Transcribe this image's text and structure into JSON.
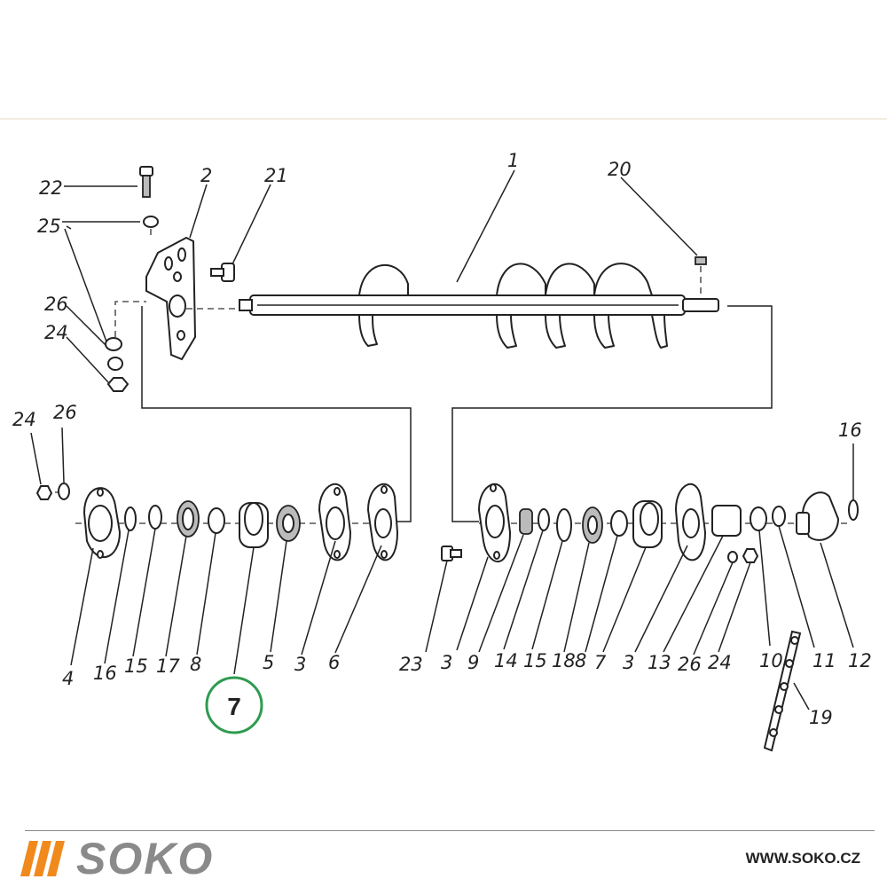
{
  "diagram": {
    "labels": {
      "p1": "1",
      "p2": "2",
      "p20": "20",
      "p21": "21",
      "p22": "22",
      "p25": "25",
      "p26a": "26",
      "p24a": "24",
      "p24b": "24",
      "p26b": "26",
      "p16r": "16",
      "l4": "4",
      "l16": "16",
      "l15": "15",
      "l17": "17",
      "l8": "8",
      "l7": "7",
      "l5": "5",
      "l3": "3",
      "l6": "6",
      "r23": "23",
      "r3": "3",
      "r9": "9",
      "r14": "14",
      "r15": "15",
      "r18": "18",
      "r8": "8",
      "r7": "7",
      "r3b": "3",
      "r13": "13",
      "r26": "26",
      "r24": "24",
      "r10": "10",
      "r11": "11",
      "r12": "12",
      "r19": "19"
    },
    "highlight": {
      "label": "7",
      "color": "#2e9b4f"
    }
  },
  "brand": {
    "name": "SOKO",
    "website": "WWW.SOKO.CZ",
    "accent_color": "#f08a1c",
    "text_color": "#8a8a8a"
  }
}
